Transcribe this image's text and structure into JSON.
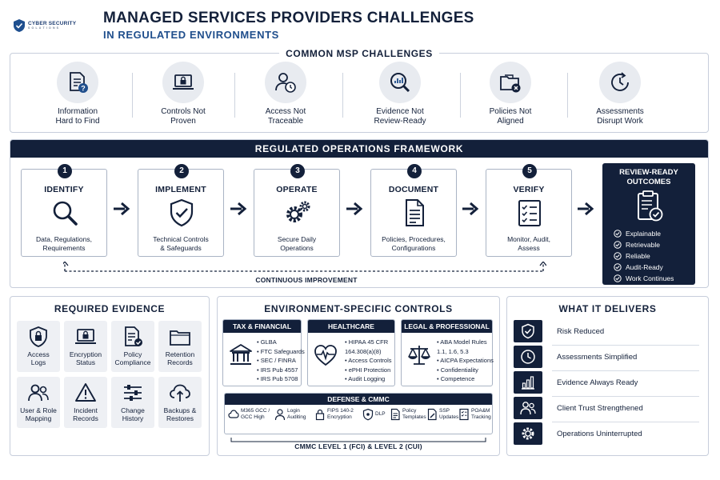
{
  "header": {
    "logo_line1": "CYBER SECURITY",
    "logo_line2": "SOLUTIONS",
    "title": "MANAGED SERVICES PROVIDERS CHALLENGES",
    "subtitle": "IN REGULATED ENVIRONMENTS"
  },
  "challenges": {
    "title": "COMMON MSP CHALLENGES",
    "items": [
      {
        "label": "Information\nHard to Find",
        "icon": "document-question-icon"
      },
      {
        "label": "Controls Not\nProven",
        "icon": "laptop-lock-icon"
      },
      {
        "label": "Access Not\nTraceable",
        "icon": "user-clock-icon"
      },
      {
        "label": "Evidence Not\nReview-Ready",
        "icon": "chart-magnifier-icon"
      },
      {
        "label": "Policies Not\nAligned",
        "icon": "folder-x-icon"
      },
      {
        "label": "Assessments\nDisrupt Work",
        "icon": "clock-refresh-icon"
      }
    ]
  },
  "framework": {
    "title": "REGULATED OPERATIONS FRAMEWORK",
    "steps": [
      {
        "number": "1",
        "name": "IDENTIFY",
        "description": "Data, Regulations,\nRequirements",
        "icon": "magnifier-icon"
      },
      {
        "number": "2",
        "name": "IMPLEMENT",
        "description": "Technical Controls\n& Safeguards",
        "icon": "shield-check-icon"
      },
      {
        "number": "3",
        "name": "OPERATE",
        "description": "Secure Daily\nOperations",
        "icon": "gears-icon"
      },
      {
        "number": "4",
        "name": "DOCUMENT",
        "description": "Policies, Procedures,\nConfigurations",
        "icon": "document-icon"
      },
      {
        "number": "5",
        "name": "VERIFY",
        "description": "Monitor, Audit,\nAssess",
        "icon": "checklist-icon"
      }
    ],
    "outcomes": {
      "title": "REVIEW-READY\nOUTCOMES",
      "icon": "clipboard-check-icon",
      "items": [
        "Explainable",
        "Retrievable",
        "Reliable",
        "Audit-Ready",
        "Work Continues"
      ]
    },
    "loop_label": "CONTINUOUS IMPROVEMENT"
  },
  "evidence": {
    "title": "REQUIRED EVIDENCE",
    "items": [
      {
        "label": "Access\nLogs",
        "icon": "lock-icon"
      },
      {
        "label": "Encryption\nStatus",
        "icon": "laptop-lock-icon"
      },
      {
        "label": "Policy\nCompliance",
        "icon": "document-check-icon"
      },
      {
        "label": "Retention\nRecords",
        "icon": "folder-icon"
      },
      {
        "label": "User & Role\nMapping",
        "icon": "users-icon"
      },
      {
        "label": "Incident\nRecords",
        "icon": "warning-icon"
      },
      {
        "label": "Change\nHistory",
        "icon": "sliders-icon"
      },
      {
        "label": "Backups &\nRestores",
        "icon": "cloud-upload-icon"
      }
    ]
  },
  "controls": {
    "title": "ENVIRONMENT-SPECIFIC CONTROLS",
    "groups": [
      {
        "name": "TAX & FINANCIAL",
        "icon": "bank-icon",
        "items": [
          "GLBA",
          "FTC Safeguards",
          "SEC / FINRA",
          "IRS Pub 4557",
          "IRS Pub 5708"
        ]
      },
      {
        "name": "HEALTHCARE",
        "icon": "heart-pulse-icon",
        "items": [
          "HIPAA 45 CFR",
          "164.308(a)(8)",
          "Access Controls",
          "ePHI Protection",
          "Audit Logging"
        ]
      },
      {
        "name": "LEGAL & PROFESSIONAL",
        "icon": "scales-icon",
        "items": [
          "ABA Model Rules",
          "1.1, 1.6, 5.3",
          "AICPA Expectations",
          "Confidentiality",
          "Competence"
        ]
      }
    ],
    "defense": {
      "title": "DEFENSE & CMMC",
      "items": [
        {
          "label": "M365 GCC /\nGCC High",
          "icon": "cloud-icon"
        },
        {
          "label": "Login\nAuditing",
          "icon": "user-icon"
        },
        {
          "label": "FIPS 140-2\nEncryption",
          "icon": "lock-icon"
        },
        {
          "label": "DLP",
          "icon": "shield-icon"
        },
        {
          "label": "Policy\nTemplates",
          "icon": "document-icon"
        },
        {
          "label": "SSP\nUpdates",
          "icon": "document-edit-icon"
        },
        {
          "label": "POA&M\nTracking",
          "icon": "checklist-icon"
        }
      ],
      "levels_label": "CMMC LEVEL 1 (FCI) & LEVEL 2 (CUI)"
    }
  },
  "delivers": {
    "title": "WHAT IT DELIVERS",
    "items": [
      {
        "label": "Risk Reduced",
        "icon": "shield-check-icon"
      },
      {
        "label": "Assessments Simplified",
        "icon": "clock-icon"
      },
      {
        "label": "Evidence Always Ready",
        "icon": "bar-chart-icon"
      },
      {
        "label": "Client Trust Strengthened",
        "icon": "users-icon"
      },
      {
        "label": "Operations Uninterrupted",
        "icon": "gear-icon"
      }
    ]
  }
}
